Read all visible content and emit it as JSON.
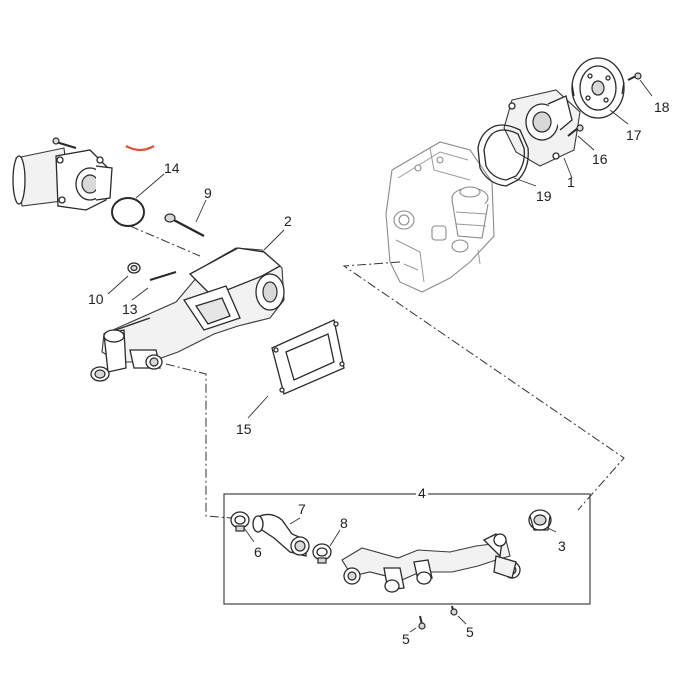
{
  "callouts": {
    "c1": "1",
    "c2": "2",
    "c3": "3",
    "c4": "4",
    "c5a": "5",
    "c5b": "5",
    "c6": "6",
    "c7": "7",
    "c8": "8",
    "c9": "9",
    "c10": "10",
    "c13": "13",
    "c14": "14",
    "c15": "15",
    "c16": "16",
    "c17": "17",
    "c18": "18",
    "c19": "19"
  },
  "colors": {
    "line": "#2a2a2a",
    "engine": "#8a8a8a",
    "accent_mark": "#e0503a"
  }
}
